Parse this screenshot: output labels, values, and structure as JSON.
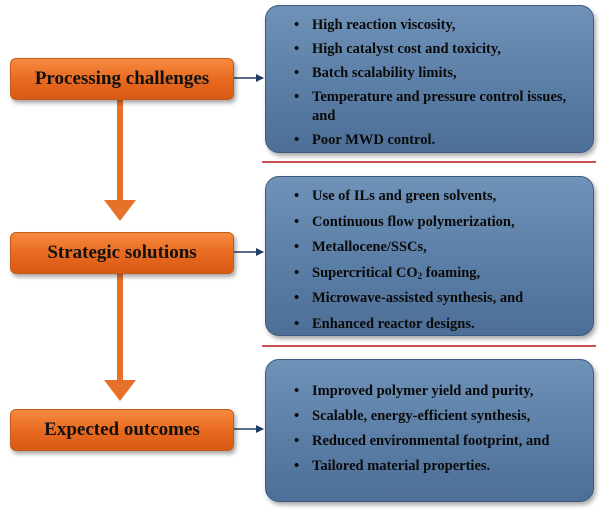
{
  "stages": [
    {
      "label": "Processing challenges",
      "items": [
        "High reaction viscosity,",
        "High catalyst cost and toxicity,",
        "Batch scalability limits,",
        "Temperature and pressure control issues, and",
        "Poor MWD control."
      ]
    },
    {
      "label": "Strategic solutions",
      "items": [
        "Use of ILs and green solvents,",
        "Continuous flow polymerization,",
        "Metallocene/SSCs,",
        {
          "pre": "Supercritical CO",
          "sub": "2",
          "post": " foaming,"
        },
        "Microwave-assisted synthesis, and",
        "Enhanced reactor designs."
      ]
    },
    {
      "label": "Expected outcomes",
      "items": [
        "Improved polymer yield and purity,",
        "Scalable, energy-efficient synthesis,",
        "Reduced environmental footprint, and",
        "Tailored material properties."
      ]
    }
  ],
  "colors": {
    "stage_fill": "#e8681f",
    "panel_fill": "#5b7ea6",
    "connector": "#1f3c63",
    "down_arrow": "#e8712a",
    "separator": "#b81a1a"
  }
}
